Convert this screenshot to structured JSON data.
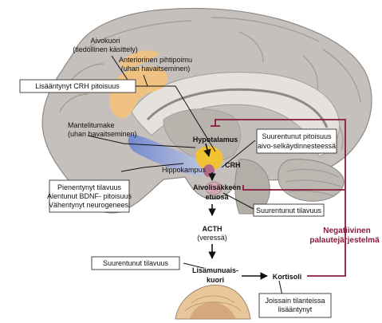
{
  "labels": {
    "aivokuori_1": "Aivokuori",
    "aivokuori_2": "(tiedollinen käsittely)",
    "pihtipoimu_1": "Anteriorinen pihtipoimu",
    "pihtipoimu_2": "(uhan havaitseminen)",
    "crh_increase": "Lisääntynyt CRH pitoisuus",
    "mantelitumake_1": "Mantelitumake",
    "mantelitumake_2": "(uhan havaitseminen)",
    "hypotalamus": "Hypotalamus",
    "crh": "CRH",
    "hippokampus": "Hippokampus",
    "aivolisake_1": "Aivolisäkkeen",
    "aivolisake_2": "etuosa",
    "csf_1": "Suurentunut pitoisuus",
    "csf_2": "aivo-selkäydinnesteessä",
    "hippo_1": "Pienentynyt tilavuus",
    "hippo_2": "Alentunut BDNF- pitoisuus",
    "hippo_3": "Vähentynyt neurogeneesi",
    "pituitary_volume": "Suurentunut tilavuus",
    "acth": "ACTH",
    "acth_sub": "(veressä)",
    "feedback_1": "Negatiivinen",
    "feedback_2": "palautejärjestelmä",
    "adrenal_volume": "Suurentunut tilavuus",
    "adrenal_1": "Lisämunuais-",
    "adrenal_2": "kuori",
    "kortisoli": "Kortisoli",
    "cortisol_note_1": "Joissain tilanteissa",
    "cortisol_note_2": "lisääntynyt"
  },
  "colors": {
    "background": "#ffffff",
    "brain": "#c5c0bb",
    "brain_dark": "#8e8984",
    "cingulate": "#f2c27e",
    "hypothalamus": "#f1c232",
    "hippocampus": "#7b8fc9",
    "amygdala": "#b56a8a",
    "feedback": "#8b1a3a",
    "arrow": "#111111",
    "adrenal": "#e8c79a"
  }
}
